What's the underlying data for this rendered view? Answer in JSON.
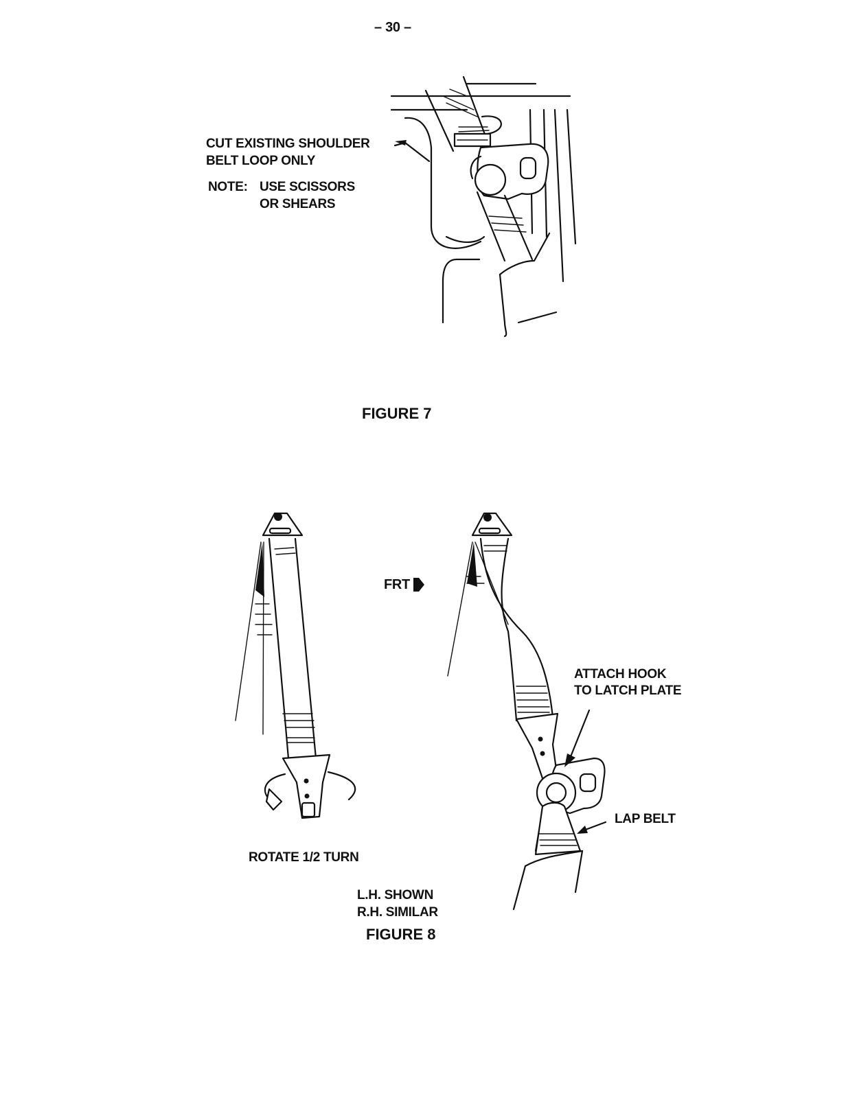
{
  "page": {
    "number": "– 30 –"
  },
  "figure7": {
    "caption": "FIGURE 7",
    "callout_line1": "CUT EXISTING SHOULDER",
    "callout_line2": "BELT LOOP ONLY",
    "note_label": "NOTE:",
    "note_line1": "USE SCISSORS",
    "note_line2": "OR SHEARS"
  },
  "figure8": {
    "caption": "FIGURE 8",
    "left_label": "ROTATE 1/2 TURN",
    "direction_label": "FRT",
    "hook_line1": "ATTACH HOOK",
    "hook_line2": "TO LATCH PLATE",
    "lap_belt_label": "LAP BELT",
    "shown_line1": "L.H. SHOWN",
    "shown_line2": "R.H. SIMILAR"
  }
}
